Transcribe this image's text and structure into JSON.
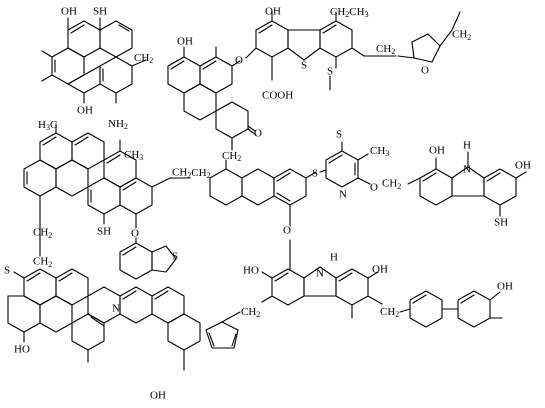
{
  "labels": {
    "oh_top_left": "OH",
    "sh_top_left": "SH",
    "oh_mid_left": "OH",
    "nh2": "NH",
    "nh2_sub": "2",
    "oh_naphthol": "OH",
    "oh_dibenzothiophene": "OH",
    "ethyl": "CH",
    "ethyl_sub": "2",
    "ethyl_ch3": "CH",
    "ethyl_ch3_sub": "3",
    "s_thiophene": "S",
    "cooh": "COOH",
    "s_methylthio_top": "S",
    "ch2_furan": "CH",
    "ch2_furan_sub": "2",
    "ch2_link_top": "CH",
    "ch2_link_top_sub": "2",
    "o_ether_top": "O",
    "ketone_o": "O",
    "ch2_mid": "CH",
    "ch2_mid_sub": "2",
    "h3c": "H",
    "h3c_sub": "3",
    "h3c_c": "C",
    "ch3_phen": "CH",
    "ch3_phen_sub": "3",
    "sh_phen": "SH",
    "o_benzothiophene": "O",
    "s_benzothiophene": "S",
    "s_pyridine_top": "S",
    "ch3_pyridine": "CH",
    "ch3_pyridine_sub": "3",
    "n_pyridine": "N",
    "s_link": "S",
    "o_pyridine": "O",
    "oh_carbazole_right": "OH",
    "h_carbazole_right": "H",
    "n_carbazole_right": "N",
    "oh_carbazole_right2": "OH",
    "sh_carbazole_right": "SH",
    "o_anthracene": "O",
    "s_methylthio_left": "S",
    "n_acridine": "N",
    "ho_left": "HO",
    "oh_bottom": "OH",
    "ho_carbazole_bottom": "HO",
    "n_carbazole_bottom": "N",
    "h_carbazole_bottom": "H",
    "oh_carbazole_bottom": "OH",
    "ch2_cyclopentadiene": "CH",
    "ch2_cyclopentadiene_sub": "2",
    "ch2_biphenyl": "CH",
    "ch2_biphenyl_sub": "2",
    "oh_biphenyl": "OH"
  }
}
